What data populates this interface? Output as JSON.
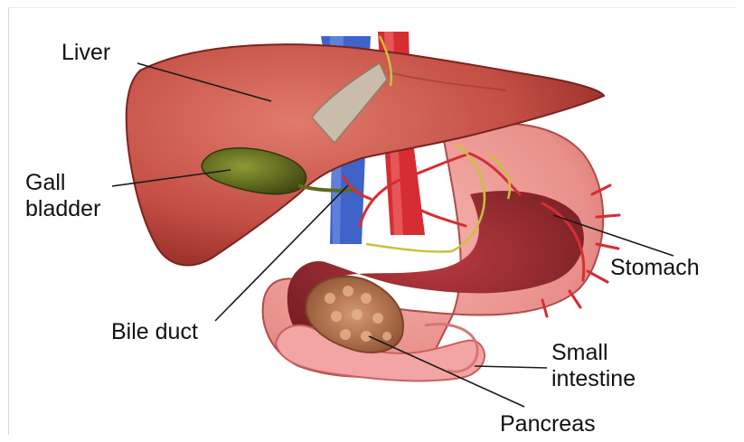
{
  "labels": {
    "liver": "Liver",
    "gall_bladder_line1": "Gall",
    "gall_bladder_line2": "bladder",
    "bile_duct": "Bile duct",
    "stomach": "Stomach",
    "small_intestine_line1": "Small",
    "small_intestine_line2": "intestine",
    "pancreas": "Pancreas"
  },
  "colors": {
    "liver": "#c44f45",
    "liver_dark": "#8f2a25",
    "gall_bladder": "#5e6a1c",
    "stomach": "#e88f8a",
    "stomach_inner": "#9a2c33",
    "pancreas": "#b87a55",
    "intestine": "#f3a4a4",
    "vein": "#3f63c8",
    "artery": "#d62d33",
    "nerve": "#c8c23a",
    "leader_line": "#1a1a1a"
  }
}
